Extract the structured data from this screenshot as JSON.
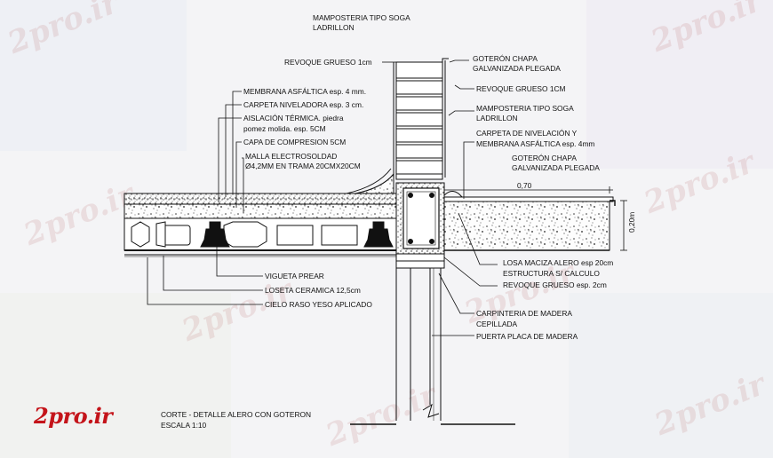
{
  "watermark": "2pro.ir",
  "logo": "2pro.ir",
  "labels": {
    "mamposteria_top_1": "MAMPOSTERIA TIPO SOGA",
    "mamposteria_top_2": "LADRILLON",
    "revoque_1cm": "REVOQUE GRUESO 1cm",
    "goteron_top_1": "GOTERÓN CHAPA",
    "goteron_top_2": "GALVANIZADA PLEGADA",
    "membrana": "MEMBRANA ASFÁLTICA esp. 4 mm.",
    "carpeta": "CARPETA NIVELADORA esp. 3 cm.",
    "aislacion_1": "AISLACIÓN TÉRMICA. piedra",
    "aislacion_2": "pomez molida. esp. 5CM",
    "capa": "CAPA DE COMPRESION 5CM",
    "malla_1": "MALLA ELECTROSOLDAD",
    "malla_2": "Ø4,2MM EN TRAMA 20CMX20CM",
    "revoque_1cm_r": "REVOQUE GRUESO 1CM",
    "mamposteria_r_1": "MAMPOSTERIA TIPO SOGA",
    "mamposteria_r_2": "LADRILLON",
    "carpeta_nivel_1": "CARPETA DE NIVELACIÓN Y",
    "carpeta_nivel_2": "MEMBRANA ASFÁLTICA esp. 4mm",
    "goteron_r_1": "GOTERÓN CHAPA",
    "goteron_r_2": "GALVANIZADA PLEGADA",
    "dim_070": "0,70",
    "dim_020": "0,20m",
    "losa_1": "LOSA MACIZA ALERO esp 20cm",
    "losa_2": "ESTRUCTURA S/ CALCULO",
    "revoque_2cm": "REVOQUE GRUESO esp. 2cm",
    "vigueta": "VIGUETA PREAR",
    "loseta": "LOSETA CERAMICA 12,5cm",
    "cielo": "CIELO RASO YESO APLICADO",
    "carpinteria_1": "CARPINTERIA DE MADERA",
    "carpinteria_2": "CEPILLADA",
    "puerta": "PUERTA PLACA DE MADERA",
    "title": "CORTE - DETALLE ALERO CON GOTERON",
    "scale": "ESCALA 1:10"
  },
  "colors": {
    "line": "#111111",
    "logo": "#c4141a"
  }
}
